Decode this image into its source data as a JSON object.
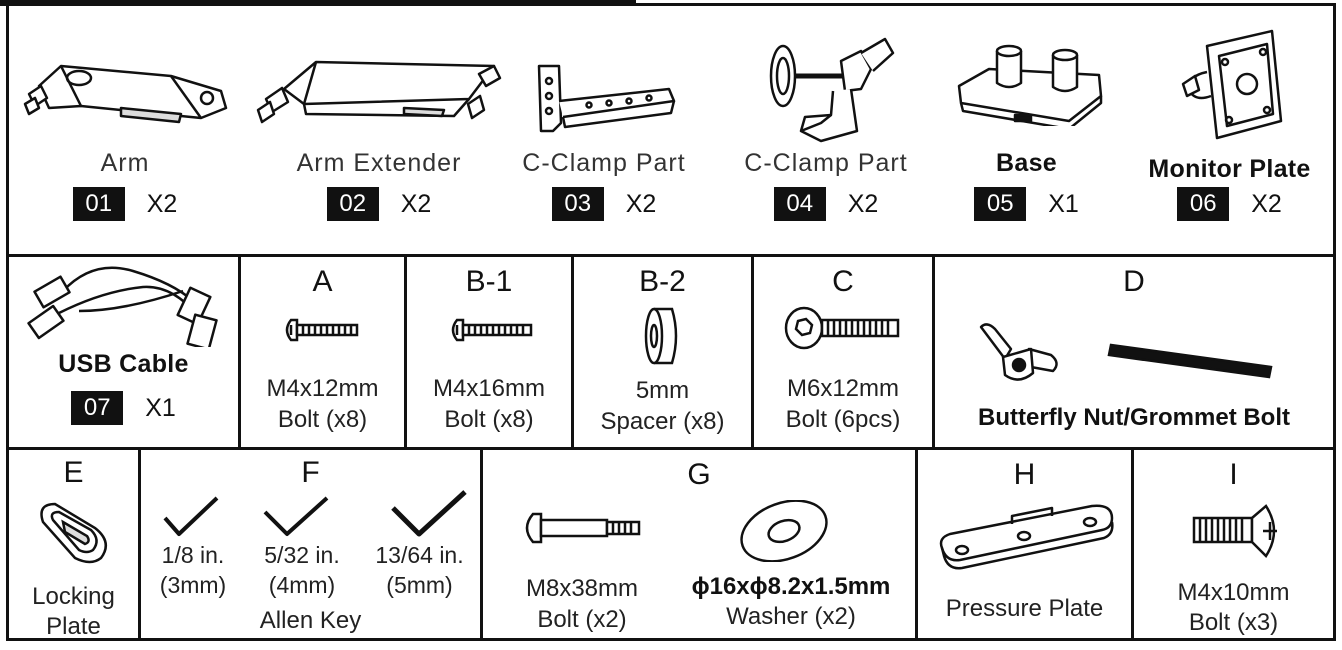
{
  "parts": [
    {
      "name": "Arm",
      "number": "01",
      "qty": "X2",
      "icon": "arm-icon"
    },
    {
      "name": "Arm Extender",
      "number": "02",
      "qty": "X2",
      "icon": "arm-extender-icon"
    },
    {
      "name": "C-Clamp Part",
      "number": "03",
      "qty": "X2",
      "icon": "c-clamp-bracket-icon"
    },
    {
      "name": "C-Clamp Part",
      "number": "04",
      "qty": "X2",
      "icon": "c-clamp-screw-icon"
    },
    {
      "name": "Base",
      "number": "05",
      "qty": "X1",
      "icon": "base-icon"
    },
    {
      "name": "Monitor Plate",
      "number": "06",
      "qty": "X2",
      "icon": "monitor-plate-icon"
    }
  ],
  "usb": {
    "name": "USB Cable",
    "number": "07",
    "qty": "X1",
    "icon": "usb-cable-icon"
  },
  "hardware": [
    {
      "letter": "A",
      "line1": "M4x12mm",
      "line2": "Bolt (x8)",
      "icon": "bolt-icon"
    },
    {
      "letter": "B-1",
      "line1": "M4x16mm",
      "line2": "Bolt (x8)",
      "icon": "bolt-icon"
    },
    {
      "letter": "B-2",
      "line1": "5mm",
      "line2": "Spacer (x8)",
      "icon": "spacer-icon"
    },
    {
      "letter": "C",
      "line1": "M6x12mm",
      "line2": "Bolt (6pcs)",
      "icon": "hex-bolt-icon"
    },
    {
      "letter": "D",
      "line1": "Butterfly Nut/Grommet Bolt",
      "icon": "butterfly-nut-icon"
    }
  ],
  "row3": {
    "e": {
      "letter": "E",
      "line1": "Locking",
      "line2": "Plate",
      "icon": "locking-plate-icon"
    },
    "f": {
      "letter": "F",
      "label": "Allen Key",
      "keys": [
        {
          "size": "1/8 in.",
          "mm": "(3mm)"
        },
        {
          "size": "5/32 in.",
          "mm": "(4mm)"
        },
        {
          "size": "13/64 in.",
          "mm": "(5mm)"
        }
      ],
      "icon": "allen-key-icon"
    },
    "g": {
      "letter": "G",
      "bolt": {
        "line1": "M8x38mm",
        "line2": "Bolt (x2)"
      },
      "washer": {
        "line1": "ϕ16xϕ8.2x1.5mm",
        "line2": "Washer (x2)"
      }
    },
    "h": {
      "letter": "H",
      "line1": "Pressure Plate",
      "icon": "pressure-plate-icon"
    },
    "i": {
      "letter": "I",
      "line1": "M4x10mm",
      "line2": "Bolt (x3)",
      "icon": "countersunk-bolt-icon"
    }
  }
}
